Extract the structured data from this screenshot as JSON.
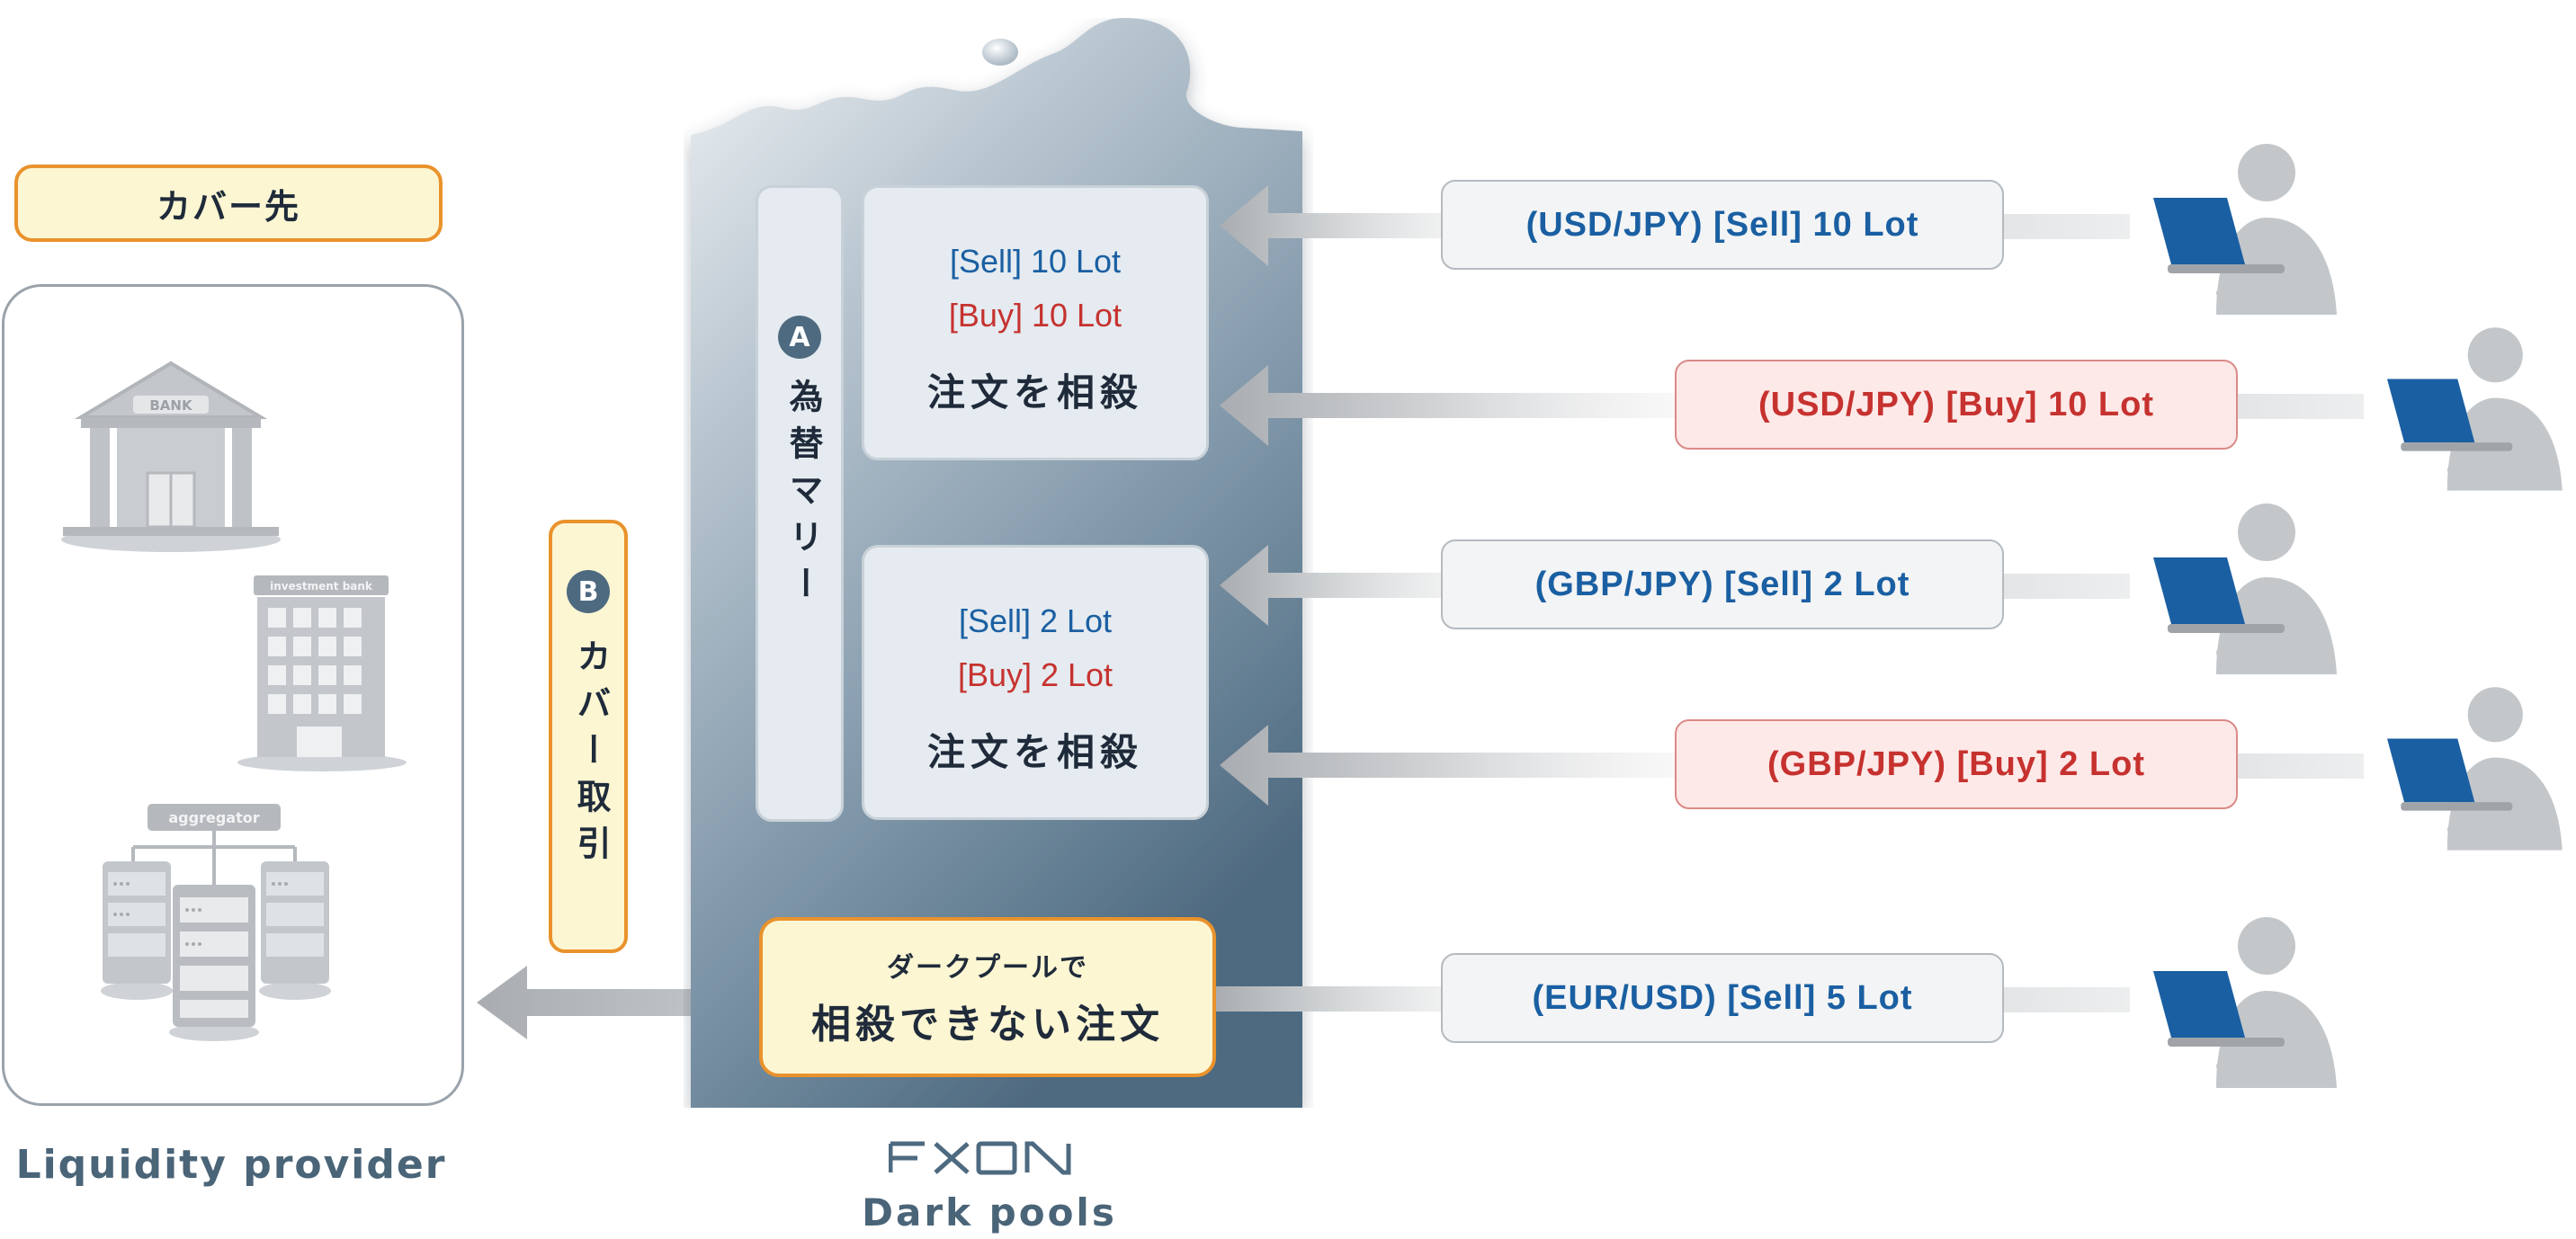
{
  "cover_destination": {
    "label": "カバー先",
    "institutions": [
      {
        "name": "BANK",
        "icon": "bank-icon"
      },
      {
        "name": "investment bank",
        "icon": "investment-bank-icon"
      },
      {
        "name": "aggregator",
        "icon": "aggregator-icon"
      }
    ],
    "caption": "Liquidity provider"
  },
  "cover_trade": {
    "badge": "B",
    "label": "カバー取引"
  },
  "dark_pool": {
    "marry": {
      "badge": "A",
      "label": "為替マリー"
    },
    "offsets": [
      {
        "sell": "[Sell] 10 Lot",
        "buy": "[Buy] 10 Lot",
        "title": "注文を相殺"
      },
      {
        "sell": "[Sell] 2 Lot",
        "buy": "[Buy] 2 Lot",
        "title": "注文を相殺"
      }
    ],
    "unmatched": {
      "small": "ダークプールで",
      "big": "相殺できない注文"
    },
    "logo": "FXON",
    "caption": "Dark pools"
  },
  "orders": [
    {
      "text": "(USD/JPY) [Sell] 10 Lot",
      "side": "sell"
    },
    {
      "text": "(USD/JPY) [Buy] 10 Lot",
      "side": "buy"
    },
    {
      "text": "(GBP/JPY) [Sell] 2 Lot",
      "side": "sell"
    },
    {
      "text": "(GBP/JPY) [Buy] 2 Lot",
      "side": "buy"
    },
    {
      "text": "(EUR/USD) [Sell] 5 Lot",
      "side": "sell"
    }
  ],
  "colors": {
    "sell": "#1a5fa2",
    "buy": "#c6322f",
    "accent_orange": "#e9922c",
    "highlight_yellow": "#fdf6d3",
    "pool_dark": "#4e6a80",
    "laptop_blue": "#1a5fa2"
  }
}
